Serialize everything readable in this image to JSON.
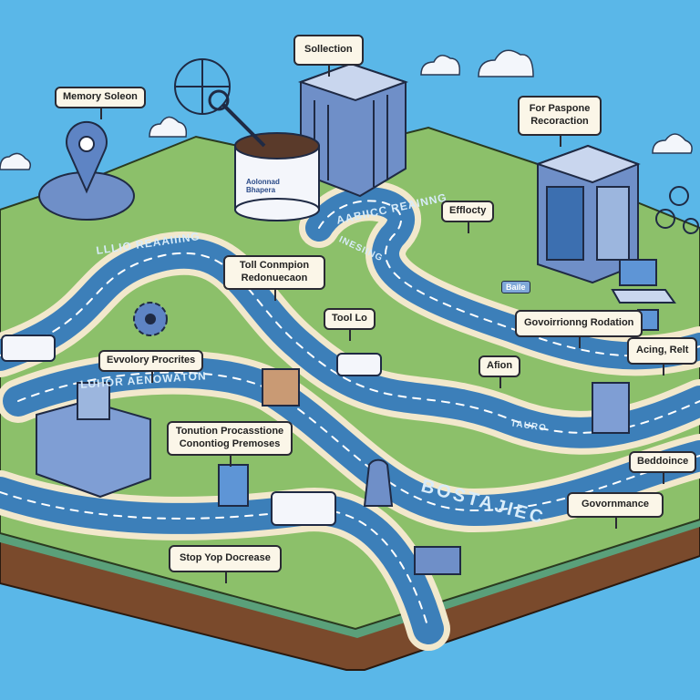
{
  "labels": {
    "memory": "Memory Soleon",
    "selection": "Sollection",
    "response": "For Paspone Recoraction",
    "efficiency": "Efflocty",
    "tool_completion": "Toll Conmpion Redonuecaon",
    "tool_lo": "Tool Lo",
    "governing": "Govoirrionng Rodation",
    "acting": "Acing, Relt",
    "evolutionary": "Evvolory Procrites",
    "action": "Afion",
    "transition": "Tonution Procasstione Conontiog Premoses",
    "beddoince": "Beddoince",
    "governance": "Govornmance",
    "stop": "Stop Yop Docrease",
    "canister": "Aolonnad Bhapera",
    "badge": "Baile"
  },
  "road_text": {
    "agentic": "AABIICC REAINNG",
    "logic": "LLLIO REAAIIING",
    "labor": "LUHOR AENOWATON",
    "investing": "INESIING",
    "tauro": "TAURO",
    "bottom": "BOSTAJIEC"
  },
  "colors": {
    "sky": "#5ab7e8",
    "grass": "#8cc06a",
    "road": "#3c7fb9",
    "path": "#f2e8cc",
    "soil": "#7a4a2c"
  }
}
